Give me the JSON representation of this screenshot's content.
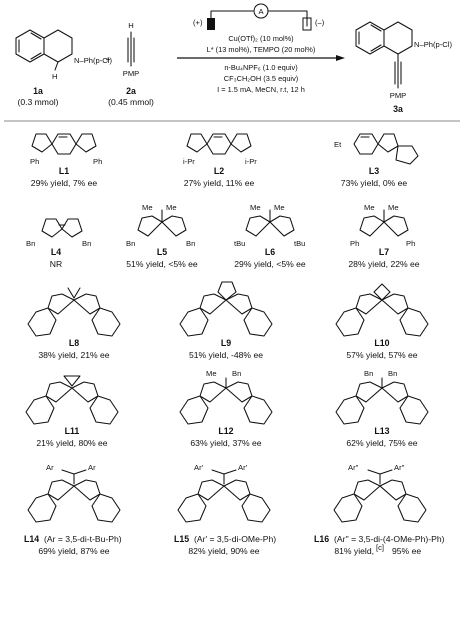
{
  "scheme": {
    "reactant1": {
      "label": "1a",
      "amount": "(0.3 mmol)",
      "substituent": "N–Ph(p-Cl)",
      "h_label": "H"
    },
    "reactant2": {
      "label": "2a",
      "amount": "(0.45 mmol)",
      "group": "PMP",
      "h_label": "H"
    },
    "plus": "+",
    "product": {
      "label": "3a",
      "substituent": "N–Ph(p-Cl)",
      "group": "PMP"
    },
    "electrochem": {
      "plus": "(+)",
      "minus": "(–)",
      "source_symbol": "A"
    },
    "conditions": {
      "line1": "Cu(OTf)₂ (10 mol%)",
      "line2": "L* (13 mol%), TEMPO (20 mol%)",
      "line3": "n-Bu₄NPF₆ (1.0 equiv)",
      "line4": "CF₃CH₂OH (3.5 equiv)",
      "line5": "I = 1.5 mA, MeCN, r.t, 12 h"
    }
  },
  "ligands": [
    {
      "label": "L1",
      "result": "29% yield, 7% ee",
      "subs": [
        "Ph",
        "Ph"
      ]
    },
    {
      "label": "L2",
      "result": "27% yield, 11% ee",
      "subs": [
        "i-Pr",
        "i-Pr"
      ]
    },
    {
      "label": "L3",
      "result": "73% yield, 0% ee",
      "subs": [
        "Et"
      ]
    },
    {
      "label": "L4",
      "result": "NR",
      "subs": [
        "Bn",
        "Bn"
      ]
    },
    {
      "label": "L5",
      "result": "51% yield, <5% ee",
      "subs": [
        "Me",
        "Me",
        "Bn",
        "Bn"
      ]
    },
    {
      "label": "L6",
      "result": "29% yield, <5% ee",
      "subs": [
        "Me",
        "Me",
        "tBu",
        "tBu"
      ]
    },
    {
      "label": "L7",
      "result": "28% yield, 22% ee",
      "subs": [
        "Me",
        "Me",
        "Ph",
        "Ph"
      ]
    },
    {
      "label": "L8",
      "result": "38% yield, 21% ee",
      "subs": []
    },
    {
      "label": "L9",
      "result": "51% yield, -48% ee",
      "subs": []
    },
    {
      "label": "L10",
      "result": "57% yield, 57% ee",
      "subs": []
    },
    {
      "label": "L11",
      "result": "21% yield, 80% ee",
      "subs": []
    },
    {
      "label": "L12",
      "result": "63% yield, 37% ee",
      "subs": [
        "Me",
        "Bn"
      ]
    },
    {
      "label": "L13",
      "result": "62% yield, 75% ee",
      "subs": [
        "Bn",
        "Bn"
      ]
    },
    {
      "label": "L14",
      "desc": "(Ar = 3,5-di-t-Bu-Ph)",
      "result": "69% yield, 87% ee",
      "subs": [
        "Ar",
        "Ar"
      ]
    },
    {
      "label": "L15",
      "desc": "(Ar' = 3,5-di-OMe-Ph)",
      "result": "82% yield, 90% ee",
      "subs": [
        "Ar'",
        "Ar'"
      ]
    },
    {
      "label": "L16",
      "desc": "(Ar'' = 3,5-di-(4-OMe-Ph)-Ph)",
      "result": "81% yield,",
      "note": "[c]",
      "result2": "95% ee",
      "subs": [
        "Ar''",
        "Ar''"
      ]
    }
  ]
}
